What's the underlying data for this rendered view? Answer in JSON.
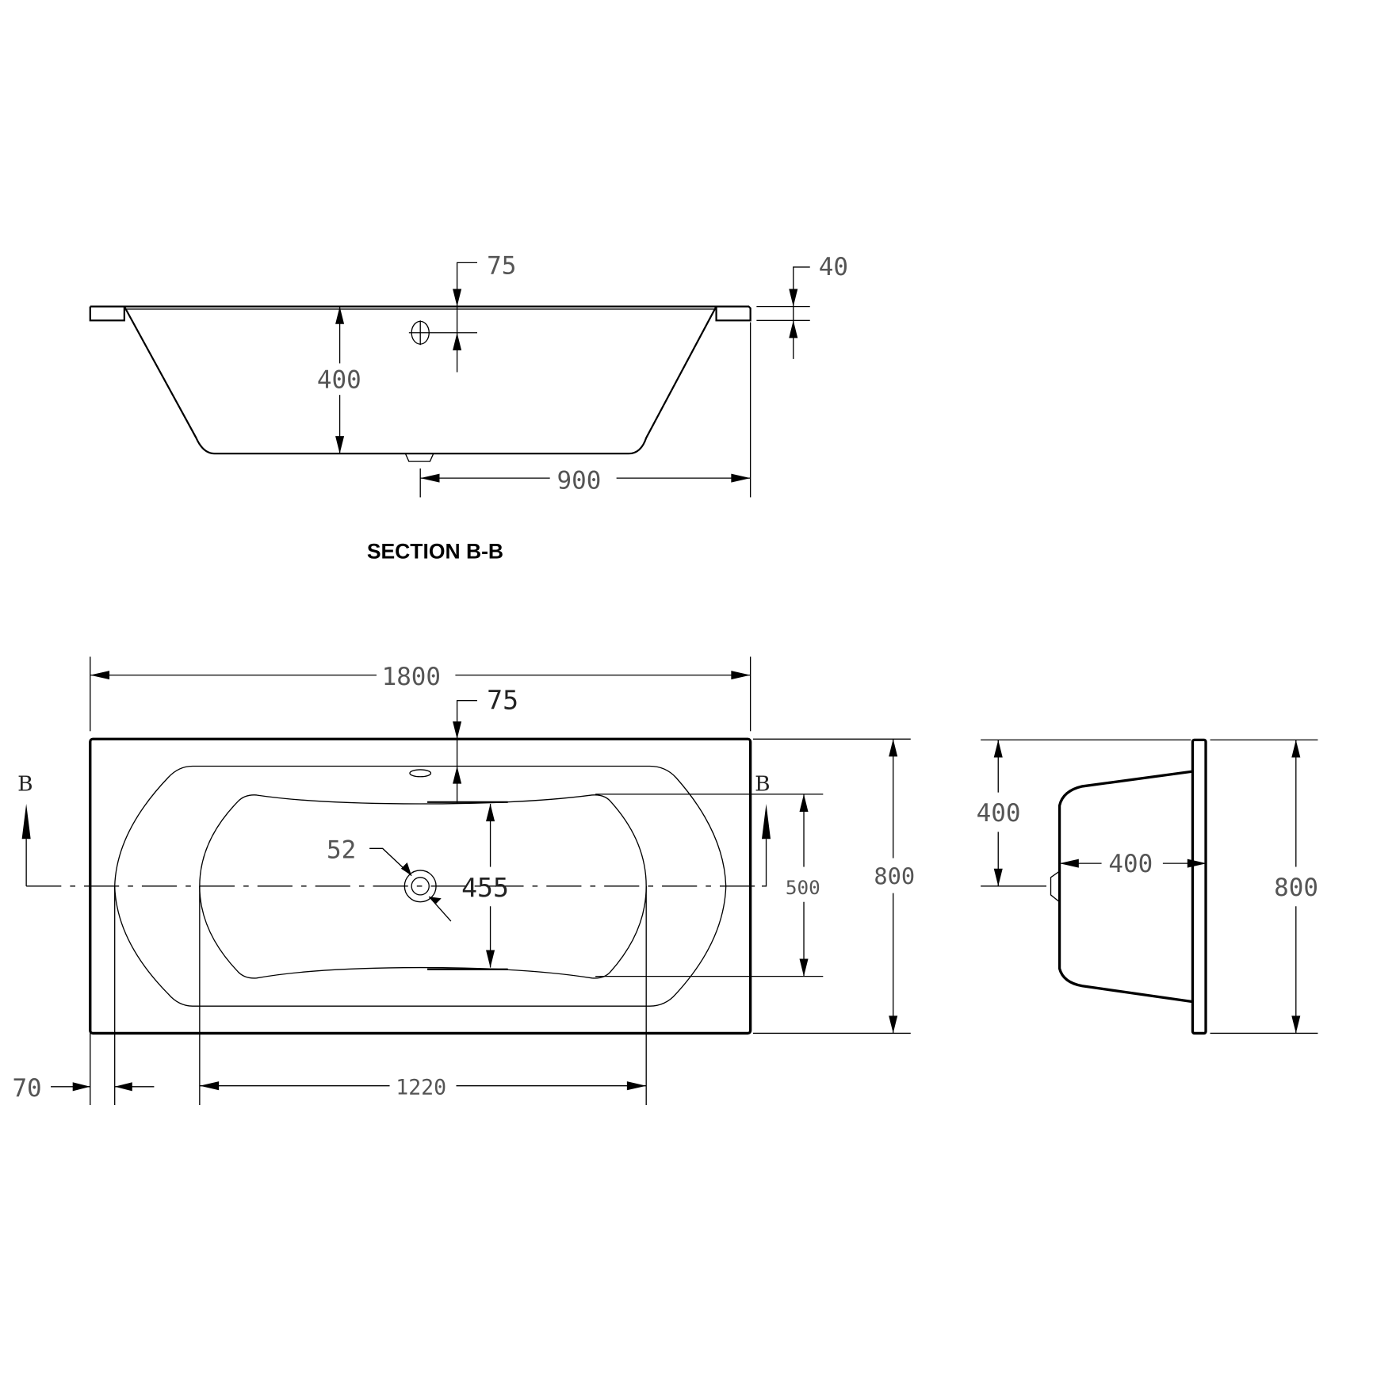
{
  "section_view": {
    "title": "SECTION B-B",
    "dims": {
      "overflow_offset": "75",
      "rim_thickness": "40",
      "depth": "400",
      "waste_to_end": "900"
    }
  },
  "plan_view": {
    "section_markers": {
      "left": "B",
      "right": "B"
    },
    "dims": {
      "length": "1800",
      "overflow_offset": "75",
      "waste_diameter": "52",
      "inner_width": "455",
      "bath_width_base": "500",
      "overall_width": "800",
      "rim_offset": "70",
      "base_length": "1220"
    }
  },
  "end_view": {
    "dims": {
      "depth": "400",
      "half_width": "400",
      "overall_width": "800"
    }
  }
}
